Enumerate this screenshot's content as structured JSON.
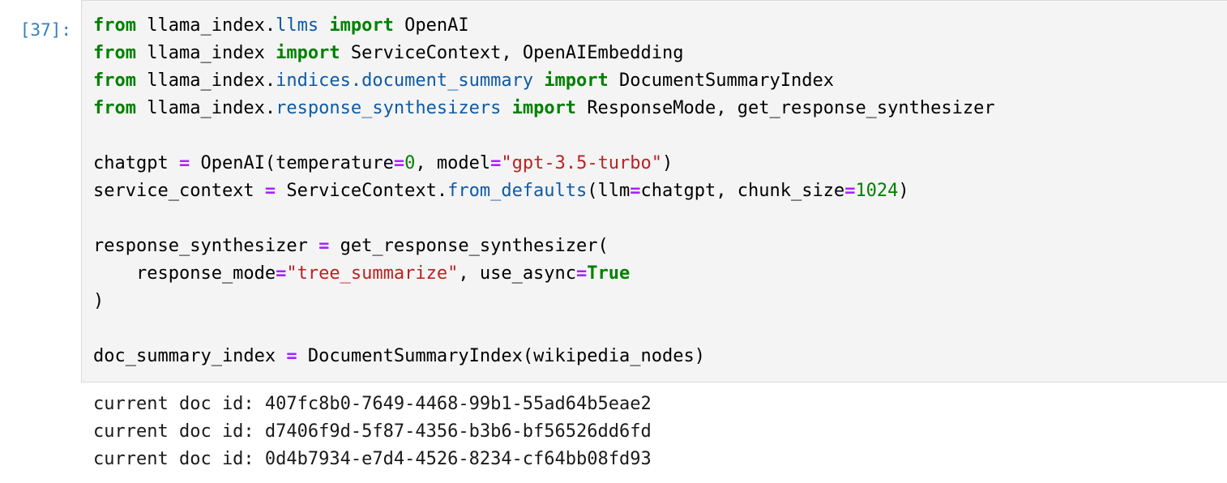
{
  "cell": {
    "prompt_label": "[37]:",
    "prompt_color": "#307fc1",
    "background": "#f4f4f4",
    "border_color": "#dcdcdc"
  },
  "syntax_colors": {
    "keyword": "#008000",
    "module": "#0e5aa7",
    "operator": "#aa22ff",
    "string": "#ba2121",
    "number": "#008000",
    "plain": "#000000"
  },
  "code": {
    "line1": {
      "kw_from": "from",
      "mod_root": " llama_index.",
      "mod_sub": "llms",
      "kw_import": "import",
      "name": "OpenAI"
    },
    "line2": {
      "kw_from": "from",
      "mod_root": " llama_index ",
      "kw_import": "import",
      "name": "ServiceContext, OpenAIEmbedding"
    },
    "line3": {
      "kw_from": "from",
      "mod_root": " llama_index.",
      "mod_sub": "indices.document_summary",
      "kw_import": "import",
      "name": "DocumentSummaryIndex"
    },
    "line4": {
      "kw_from": "from",
      "mod_root": " llama_index.",
      "mod_sub": "response_synthesizers",
      "kw_import": "import",
      "name": "ResponseMode, get_response_synthesizer"
    },
    "line6": {
      "var": "chatgpt ",
      "eq": "=",
      "call": " OpenAI(temperature",
      "eq2": "=",
      "num": "0",
      "mid": ", model",
      "eq3": "=",
      "str": "\"gpt-3.5-turbo\"",
      "close": ")"
    },
    "line7": {
      "var": "service_context ",
      "eq": "=",
      "obj": " ServiceContext.",
      "method": "from_defaults",
      "args_a": "(llm",
      "eq2": "=",
      "args_b": "chatgpt, chunk_size",
      "eq3": "=",
      "num": "1024",
      "close": ")"
    },
    "line9": {
      "var": "response_synthesizer ",
      "eq": "=",
      "call": " get_response_synthesizer("
    },
    "line10": {
      "indent": "    response_mode",
      "eq": "=",
      "str": "\"tree_summarize\"",
      "mid": ", use_async",
      "eq2": "=",
      "bool": "True"
    },
    "line11": {
      "close": ")"
    },
    "line13": {
      "var": "doc_summary_index ",
      "eq": "=",
      "call": " DocumentSummaryIndex(wikipedia_nodes)"
    }
  },
  "output": {
    "lines": [
      "current doc id: 407fc8b0-7649-4468-99b1-55ad64b5eae2",
      "current doc id: d7406f9d-5f87-4356-b3b6-bf56526dd6fd",
      "current doc id: 0d4b7934-e7d4-4526-8234-cf64bb08fd93"
    ]
  }
}
